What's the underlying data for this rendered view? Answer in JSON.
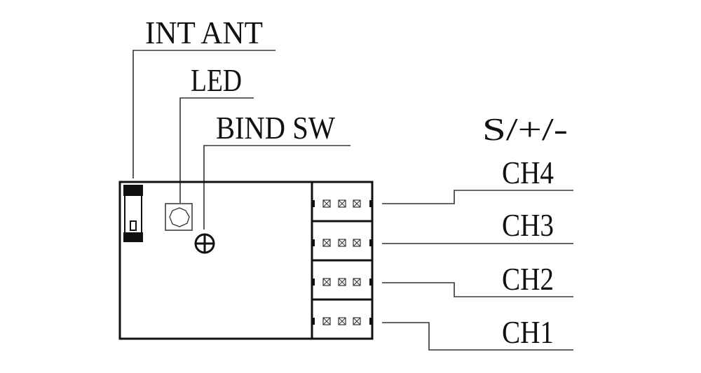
{
  "labels": {
    "int_ant": "INT ANT",
    "led": "LED",
    "bind_sw": "BIND SW",
    "pinout": "S/+/-",
    "ch4": "CH4",
    "ch3": "CH3",
    "ch2": "CH2",
    "ch1": "CH1"
  }
}
